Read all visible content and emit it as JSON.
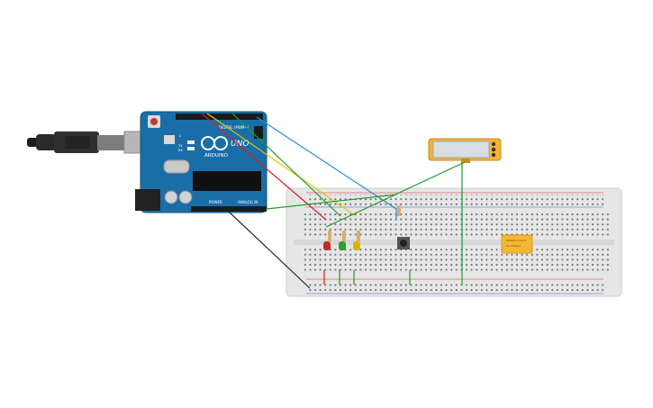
{
  "arduino": {
    "brand": "ARDUINO",
    "model": "UNO",
    "digital_header_label": "DIGITAL (PWM~)",
    "power_label": "POWER",
    "analog_label": "ANALOG IN",
    "tx_label": "TX",
    "rx_label": "RX",
    "l_label": "L"
  },
  "relay": {
    "label_line1": "HRS4H-S-DC5V",
    "label_line2": "5A 250VAC"
  },
  "colors": {
    "board": "#1a6ea8",
    "breadboard": "#e6e6e6",
    "wire_red": "#d62020",
    "wire_green": "#1e9a2a",
    "wire_yellow": "#e2c400",
    "wire_blue": "#1e8fd6",
    "wire_black": "#222222",
    "sensor_frame": "#f2b33a",
    "relay_body": "#f5b733"
  }
}
